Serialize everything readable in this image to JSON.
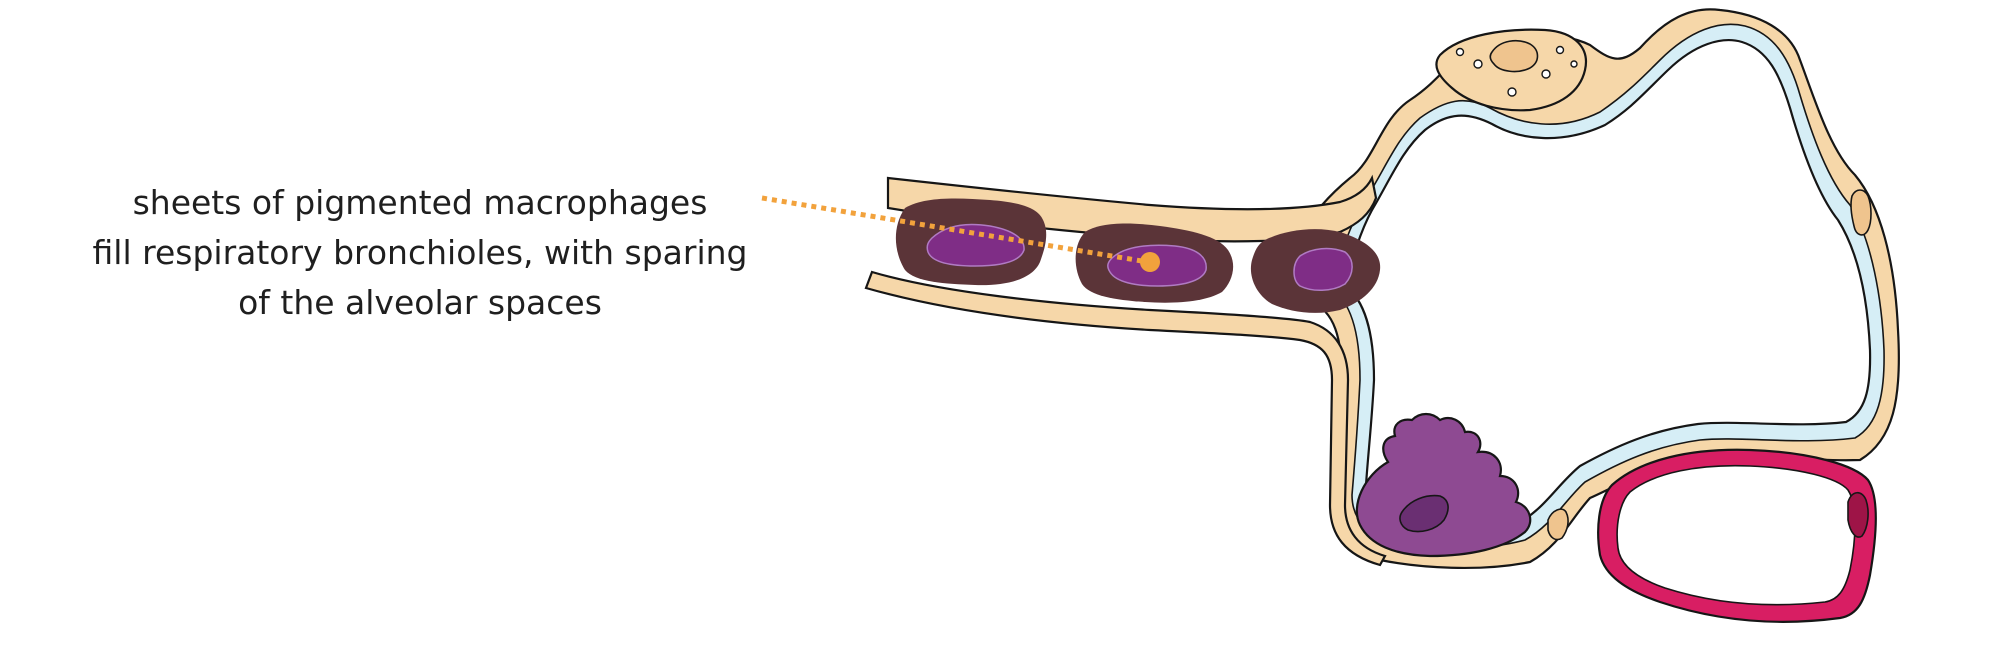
{
  "annotation": {
    "lines": [
      "sheets of pigmented macrophages",
      "fill respiratory bronchioles, with sparing",
      "of the alveolar spaces"
    ]
  },
  "colors": {
    "wall_tan": "#F6D7A9",
    "wall_blue": "#D6EEF6",
    "outline": "#161616",
    "macrophage_pigment": "#5B3438",
    "macrophage_nucleus": "#7F2D86",
    "nucleus_edge": "#B07BC3",
    "pneumocyte": "#8E4A92",
    "pneumocyte_nucleus": "#6A2F72",
    "capillary": "#D81E63",
    "pointer": "#F2A23C",
    "text": "#1f1f1f"
  }
}
